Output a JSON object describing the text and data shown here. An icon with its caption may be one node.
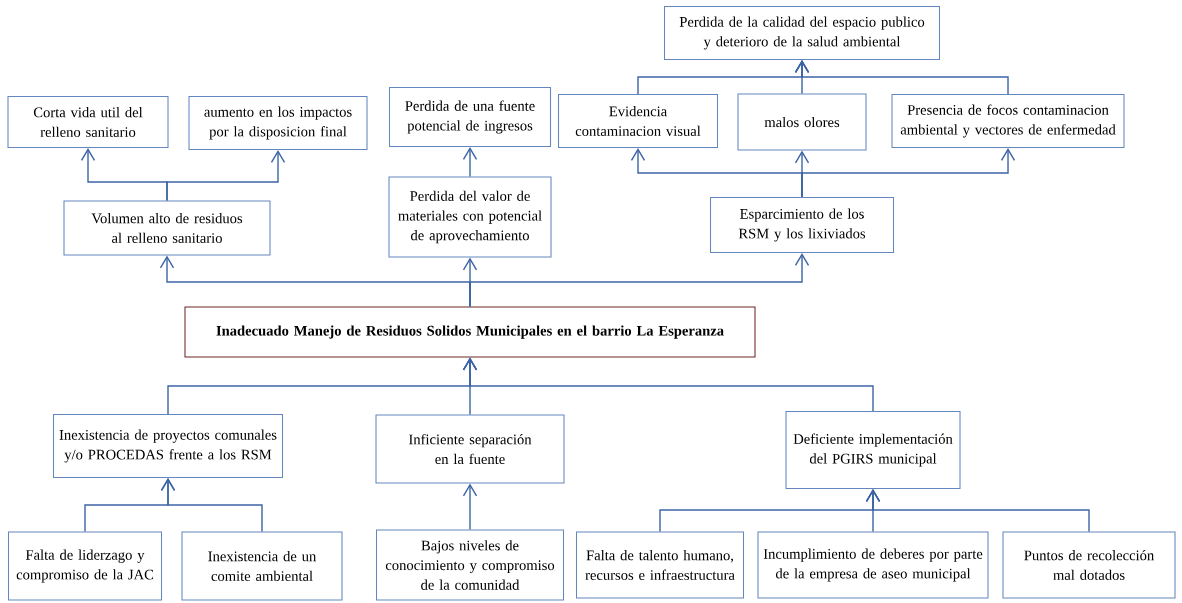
{
  "diagram": {
    "nodes": [
      {
        "text": [
          "Perdida de la calidad del espacio publico y deterioro de la salud ambiental"
        ]
      },
      {
        "text": [
          "Corta vida util del relleno sanitario"
        ]
      },
      {
        "text": [
          "aumento en los impactos por la disposicion final"
        ]
      },
      {
        "text": [
          "Perdida de una fuente potencial de ingresos"
        ]
      },
      {
        "text": [
          "Evidencia contaminacion visual"
        ]
      },
      {
        "text": [
          "malos olores"
        ]
      },
      {
        "text": [
          "Presencia de focos contaminacion ambiental y vectores de enfermedad"
        ]
      },
      {
        "text": [
          "Volumen alto de residuos al relleno sanitario"
        ]
      },
      {
        "text": [
          "Perdida del valor de materiales con potencial de aprovechamiento"
        ]
      },
      {
        "text": [
          "Esparcimiento de los RSM y los lixiviados"
        ]
      },
      {
        "text": [
          "Inadecuado Manejo de Residuos Solidos Municipales en el barrio La Esperanza"
        ]
      },
      {
        "text": [
          "Inexistencia de proyectos comunales y/o PROCEDAS frente a los RSM"
        ]
      },
      {
        "text": [
          "Inficiente separación en la fuente"
        ]
      },
      {
        "text": [
          "Deficiente implementación del PGIRS municipal"
        ]
      },
      {
        "text": [
          "Falta de liderzago y compromiso de la JAC"
        ]
      },
      {
        "text": [
          "Inexistencia de un comite ambiental"
        ]
      },
      {
        "text": [
          "Bajos niveles de conocimiento y compromiso de la comunidad"
        ]
      },
      {
        "text": [
          "Falta de talento humano, recursos e infraestructura"
        ]
      },
      {
        "text": [
          "Incumplimiento de deberes por parte de la empresa de aseo municipal"
        ]
      },
      {
        "text": [
          "Puntos de recolección mal dotados"
        ]
      }
    ],
    "edges": [
      {
        "from": 4,
        "to": 0,
        "arrow": "to"
      },
      {
        "from": 5,
        "to": 0,
        "arrow": "to"
      },
      {
        "from": 6,
        "to": 0,
        "arrow": "to"
      },
      {
        "from": 7,
        "to": 1,
        "arrow": "to"
      },
      {
        "from": 7,
        "to": 2,
        "arrow": "to"
      },
      {
        "from": 8,
        "to": 3,
        "arrow": "to"
      },
      {
        "from": 9,
        "to": 4,
        "arrow": "to"
      },
      {
        "from": 9,
        "to": 5,
        "arrow": "to"
      },
      {
        "from": 9,
        "to": 6,
        "arrow": "to"
      },
      {
        "from": 10,
        "to": 7,
        "arrow": "to"
      },
      {
        "from": 10,
        "to": 8,
        "arrow": "to"
      },
      {
        "from": 10,
        "to": 9,
        "arrow": "to"
      },
      {
        "from": 11,
        "to": 10,
        "arrow": "to"
      },
      {
        "from": 12,
        "to": 10,
        "arrow": "to"
      },
      {
        "from": 13,
        "to": 10,
        "arrow": "to"
      },
      {
        "from": 14,
        "to": 11,
        "arrow": "to"
      },
      {
        "from": 15,
        "to": 11,
        "arrow": "to"
      },
      {
        "from": 16,
        "to": 12,
        "arrow": "to"
      },
      {
        "from": 17,
        "to": 13,
        "arrow": "to"
      },
      {
        "from": 18,
        "to": 13,
        "arrow": "to"
      },
      {
        "from": 19,
        "to": 13,
        "arrow": "to"
      }
    ]
  }
}
